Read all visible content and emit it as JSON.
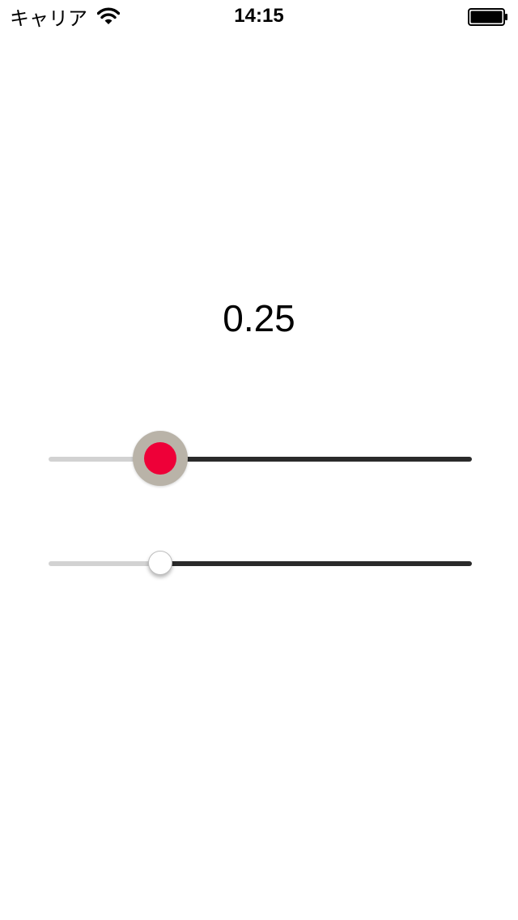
{
  "status_bar": {
    "carrier": "キャリア",
    "time": "14:15",
    "wifi_icon": "wifi-icon",
    "battery_icon": "battery-icon"
  },
  "value_label": "0.25",
  "sliders": [
    {
      "name": "custom-thumb-slider",
      "value": 0.25,
      "min": 0,
      "max": 1,
      "thumb_color": "#ee0038",
      "thumb_ring_color": "#b9b3a8"
    },
    {
      "name": "default-slider",
      "value": 0.25,
      "min": 0,
      "max": 1
    }
  ],
  "colors": {
    "track_min": "#d2d2d2",
    "track_max": "#2a2a2a"
  }
}
